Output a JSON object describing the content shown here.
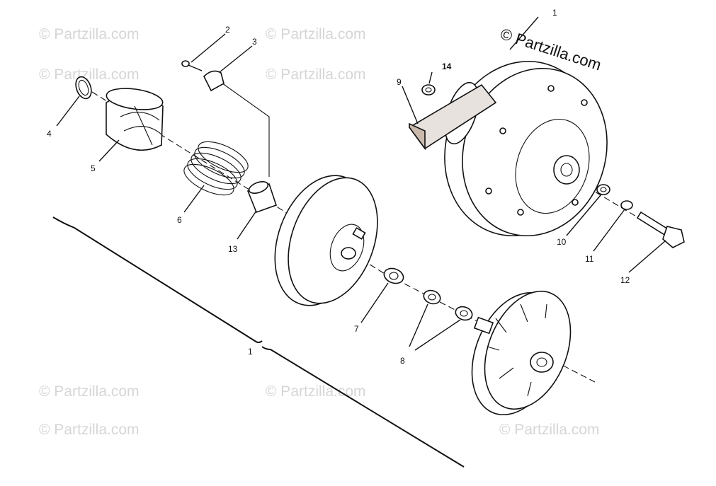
{
  "watermarks": [
    {
      "text": "© Partzilla.com"
    },
    {
      "text": "© Partzilla.com"
    },
    {
      "text": "© Partzilla.com"
    },
    {
      "text": "© Partzilla.com"
    },
    {
      "text": "© Partzilla.com"
    },
    {
      "text": "© Partzilla.com"
    },
    {
      "text": "© Partzilla.com"
    },
    {
      "text": "© Partzilla.com"
    }
  ],
  "main_watermark": "© Partzilla.com",
  "callouts": {
    "c1_top": "1",
    "c2": "2",
    "c3": "3",
    "c4": "4",
    "c5": "5",
    "c6": "6",
    "c7": "7",
    "c8": "8",
    "c9": "9",
    "c10": "10",
    "c11": "11",
    "c12": "12",
    "c13": "13",
    "c14": "14",
    "c1_bottom": "1"
  }
}
